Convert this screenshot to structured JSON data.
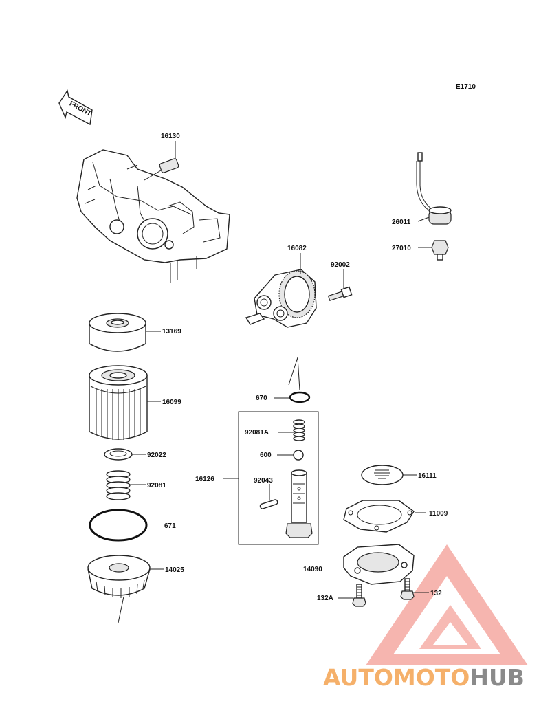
{
  "diagram": {
    "code": "E1710",
    "front_label": "FRONT",
    "parts": [
      {
        "number": "16130"
      },
      {
        "number": "26011"
      },
      {
        "number": "27010"
      },
      {
        "number": "16082"
      },
      {
        "number": "92002"
      },
      {
        "number": "13169"
      },
      {
        "number": "16099"
      },
      {
        "number": "670"
      },
      {
        "number": "92081A"
      },
      {
        "number": "600"
      },
      {
        "number": "92022"
      },
      {
        "number": "92081"
      },
      {
        "number": "16126"
      },
      {
        "number": "92043"
      },
      {
        "number": "16111"
      },
      {
        "number": "11009"
      },
      {
        "number": "671"
      },
      {
        "number": "14025"
      },
      {
        "number": "14090"
      },
      {
        "number": "132A"
      },
      {
        "number": "132"
      }
    ]
  },
  "watermark": {
    "brand_part1": "AUTOMOTO",
    "brand_part2": "HUB",
    "color_primary": "#f28b82",
    "color_secondary": "#f5b06a",
    "color_dark": "#8a8a8a"
  }
}
